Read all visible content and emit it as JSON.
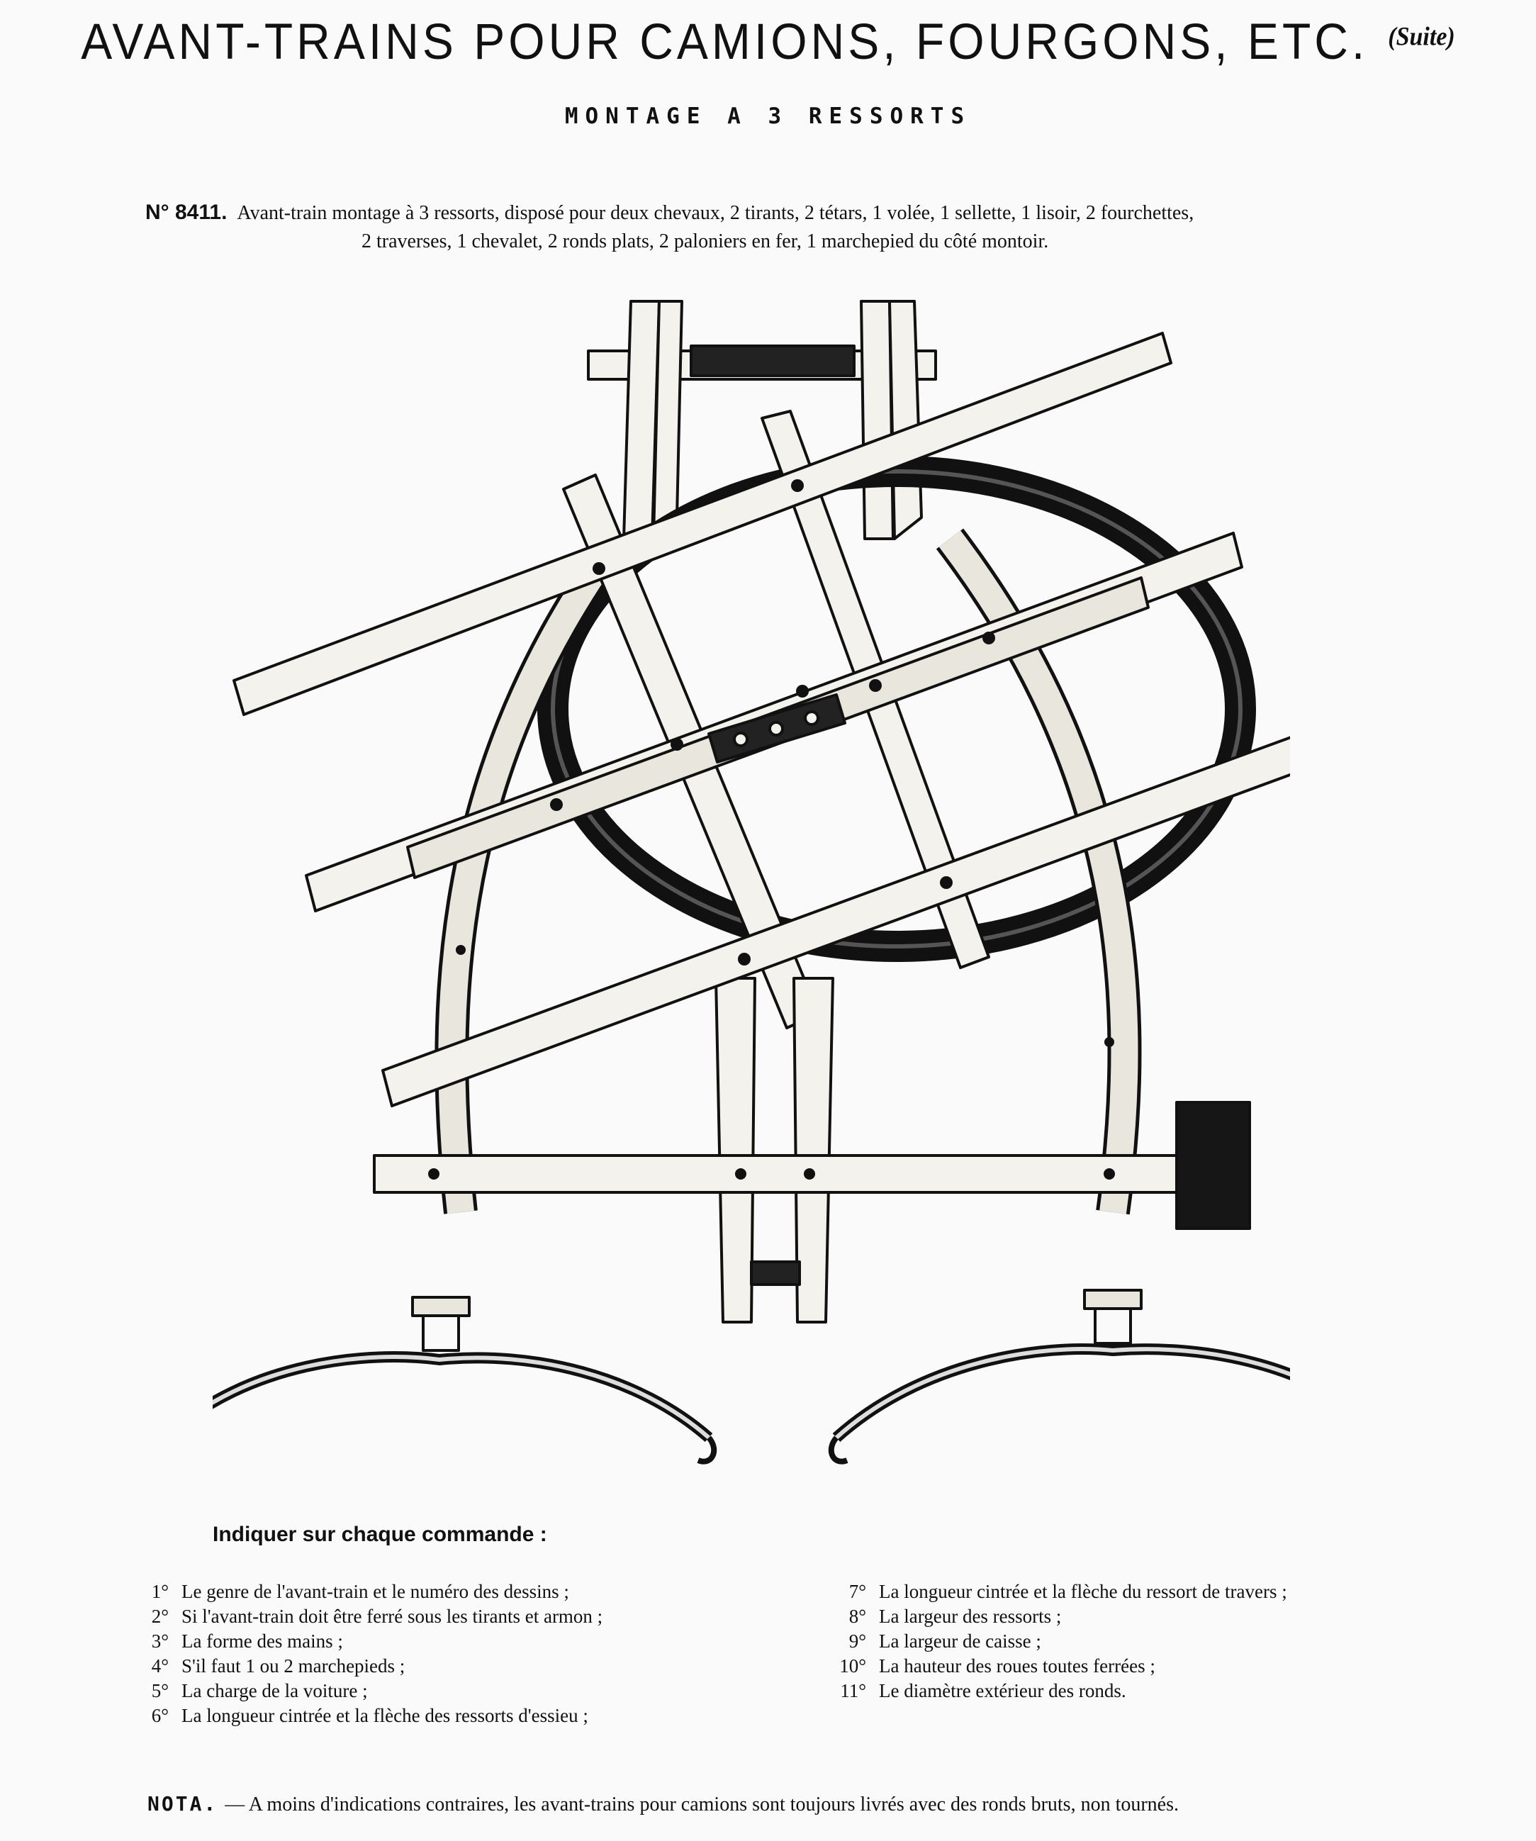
{
  "header": {
    "title": "AVANT-TRAINS POUR CAMIONS, FOURGONS, ETC.",
    "suite": "(Suite)",
    "subtitle": "MONTAGE A 3 RESSORTS"
  },
  "product": {
    "number": "N° 8411.",
    "line1": "Avant-train montage à 3 ressorts, disposé pour deux chevaux, 2 tirants, 2 tétars, 1 volée, 1 sellette, 1 lisoir, 2 fourchettes,",
    "line2": "2 traverses, 1 chevalet, 2 ronds plats, 2 paloniers en fer, 1 marchepied du côté montoir."
  },
  "figure": {
    "illustration": "avant-train-engraving"
  },
  "instructions": {
    "heading": "Indiquer sur chaque commande :",
    "left": [
      {
        "n": "1°",
        "text": "Le genre de l'avant-train et le numéro des dessins ;"
      },
      {
        "n": "2°",
        "text": "Si l'avant-train doit être ferré sous les tirants et armon ;"
      },
      {
        "n": "3°",
        "text": "La forme des mains ;"
      },
      {
        "n": "4°",
        "text": "S'il faut 1 ou 2 marchepieds ;"
      },
      {
        "n": "5°",
        "text": "La charge de la voiture ;"
      },
      {
        "n": "6°",
        "text": "La longueur cintrée et la flèche des ressorts d'essieu ;"
      }
    ],
    "right": [
      {
        "n": "7°",
        "text": "La longueur cintrée et la flèche du ressort de travers ;"
      },
      {
        "n": "8°",
        "text": "La largeur des ressorts ;"
      },
      {
        "n": "9°",
        "text": "La largeur de caisse ;"
      },
      {
        "n": "10°",
        "text": "La hauteur des roues toutes ferrées ;"
      },
      {
        "n": "11°",
        "text": "Le diamètre extérieur des ronds."
      }
    ]
  },
  "nota": {
    "label": "NOTA.",
    "text": "— A moins d'indications contraires, les avant-trains pour camions sont toujours livrés avec des ronds bruts, non tournés."
  }
}
